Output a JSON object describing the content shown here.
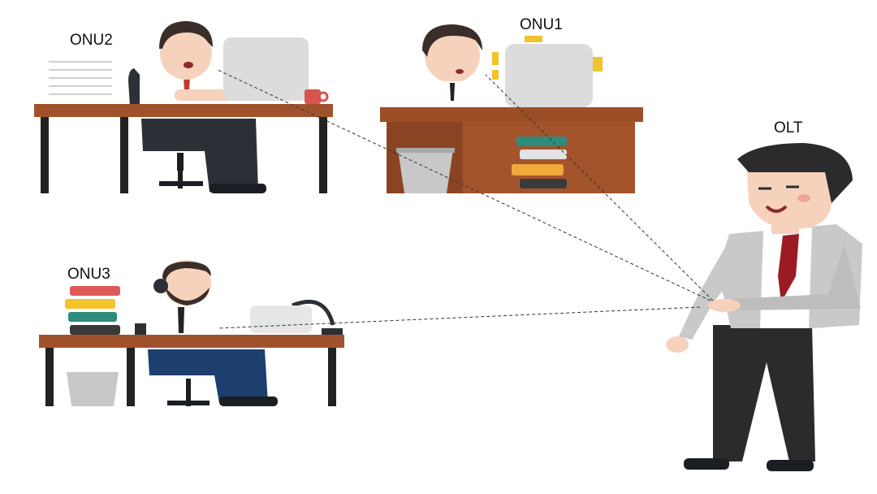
{
  "nodes": {
    "onu2": {
      "label": "ONU2"
    },
    "onu1": {
      "label": "ONU1"
    },
    "onu3": {
      "label": "ONU3"
    },
    "olt": {
      "label": "OLT"
    }
  },
  "links": [
    {
      "from": "olt",
      "to": "onu2",
      "style": "dashed"
    },
    {
      "from": "olt",
      "to": "onu1",
      "style": "dashed"
    },
    {
      "from": "olt",
      "to": "onu3",
      "style": "dashed"
    }
  ],
  "colors": {
    "suit": "#c9c9c9",
    "tie": "#9b1b22",
    "hair": "#3a2e2b",
    "desk_top": "#a0522d",
    "desk_leg": "#222222",
    "monitor": "#dcdcdc",
    "skin": "#f6d2bc",
    "trousers": "#2b2f36",
    "onu1_desk": "#9c4e27",
    "onu1_accent": "#f2c32a",
    "onu3_trousers": "#1d3f6e"
  }
}
